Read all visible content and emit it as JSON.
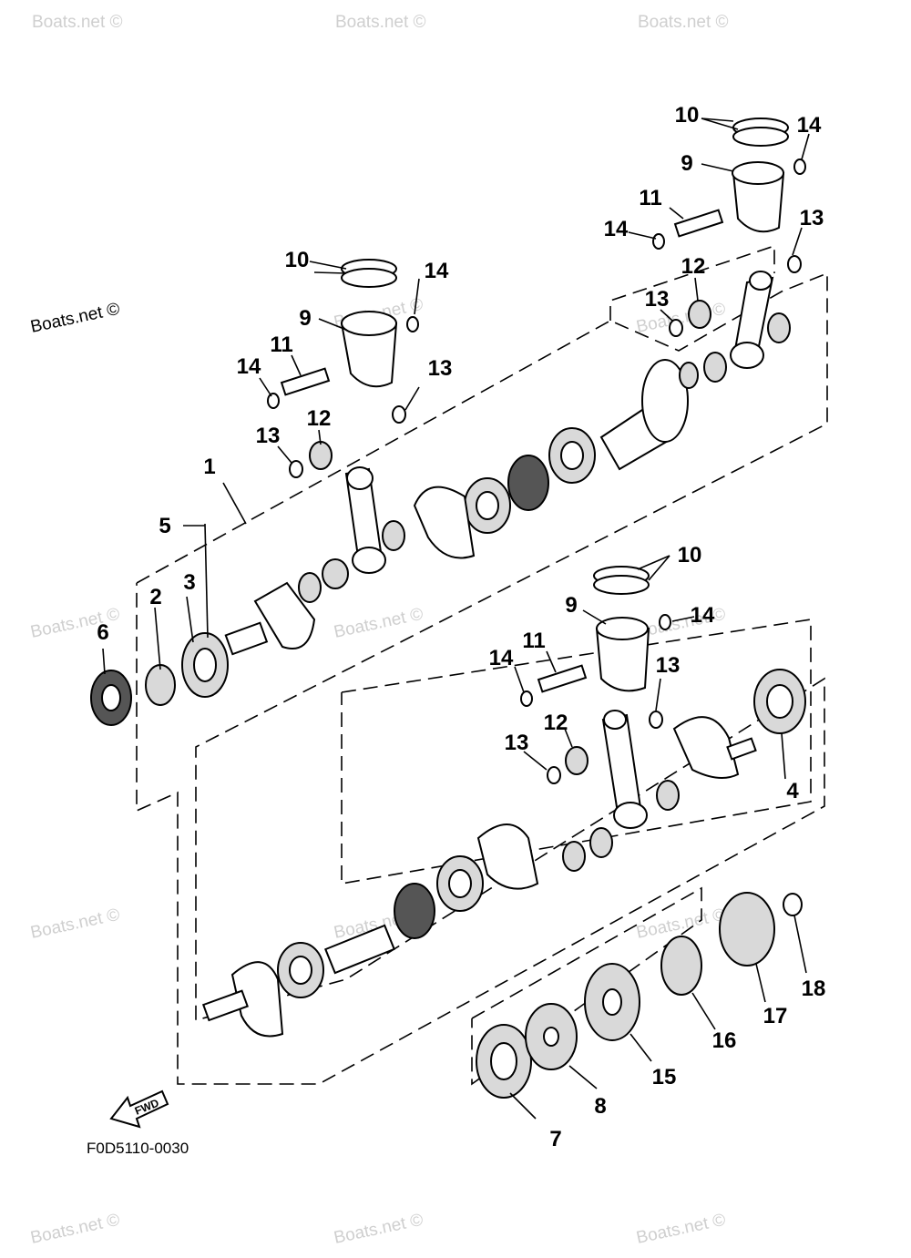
{
  "callouts": [
    {
      "id": "1",
      "text": "1"
    },
    {
      "id": "2",
      "text": "2"
    },
    {
      "id": "3",
      "text": "3"
    },
    {
      "id": "4",
      "text": "4"
    },
    {
      "id": "5",
      "text": "5"
    },
    {
      "id": "6",
      "text": "6"
    },
    {
      "id": "7",
      "text": "7"
    },
    {
      "id": "8",
      "text": "8"
    },
    {
      "id": "9a",
      "text": "9"
    },
    {
      "id": "9b",
      "text": "9"
    },
    {
      "id": "9c",
      "text": "9"
    },
    {
      "id": "10a",
      "text": "10"
    },
    {
      "id": "10b",
      "text": "10"
    },
    {
      "id": "10c",
      "text": "10"
    },
    {
      "id": "11a",
      "text": "11"
    },
    {
      "id": "11b",
      "text": "11"
    },
    {
      "id": "11c",
      "text": "11"
    },
    {
      "id": "12a",
      "text": "12"
    },
    {
      "id": "12b",
      "text": "12"
    },
    {
      "id": "12c",
      "text": "12"
    },
    {
      "id": "13a",
      "text": "13"
    },
    {
      "id": "13b",
      "text": "13"
    },
    {
      "id": "13c",
      "text": "13"
    },
    {
      "id": "13d",
      "text": "13"
    },
    {
      "id": "13e",
      "text": "13"
    },
    {
      "id": "13f",
      "text": "13"
    },
    {
      "id": "14a",
      "text": "14"
    },
    {
      "id": "14b",
      "text": "14"
    },
    {
      "id": "14c",
      "text": "14"
    },
    {
      "id": "14d",
      "text": "14"
    },
    {
      "id": "14e",
      "text": "14"
    },
    {
      "id": "14f",
      "text": "14"
    },
    {
      "id": "15",
      "text": "15"
    },
    {
      "id": "16",
      "text": "16"
    },
    {
      "id": "17",
      "text": "17"
    },
    {
      "id": "18",
      "text": "18"
    }
  ],
  "watermark": "Boats.net ©",
  "diagram_code": "F0D5110-0030",
  "fwd_label": "FWD"
}
